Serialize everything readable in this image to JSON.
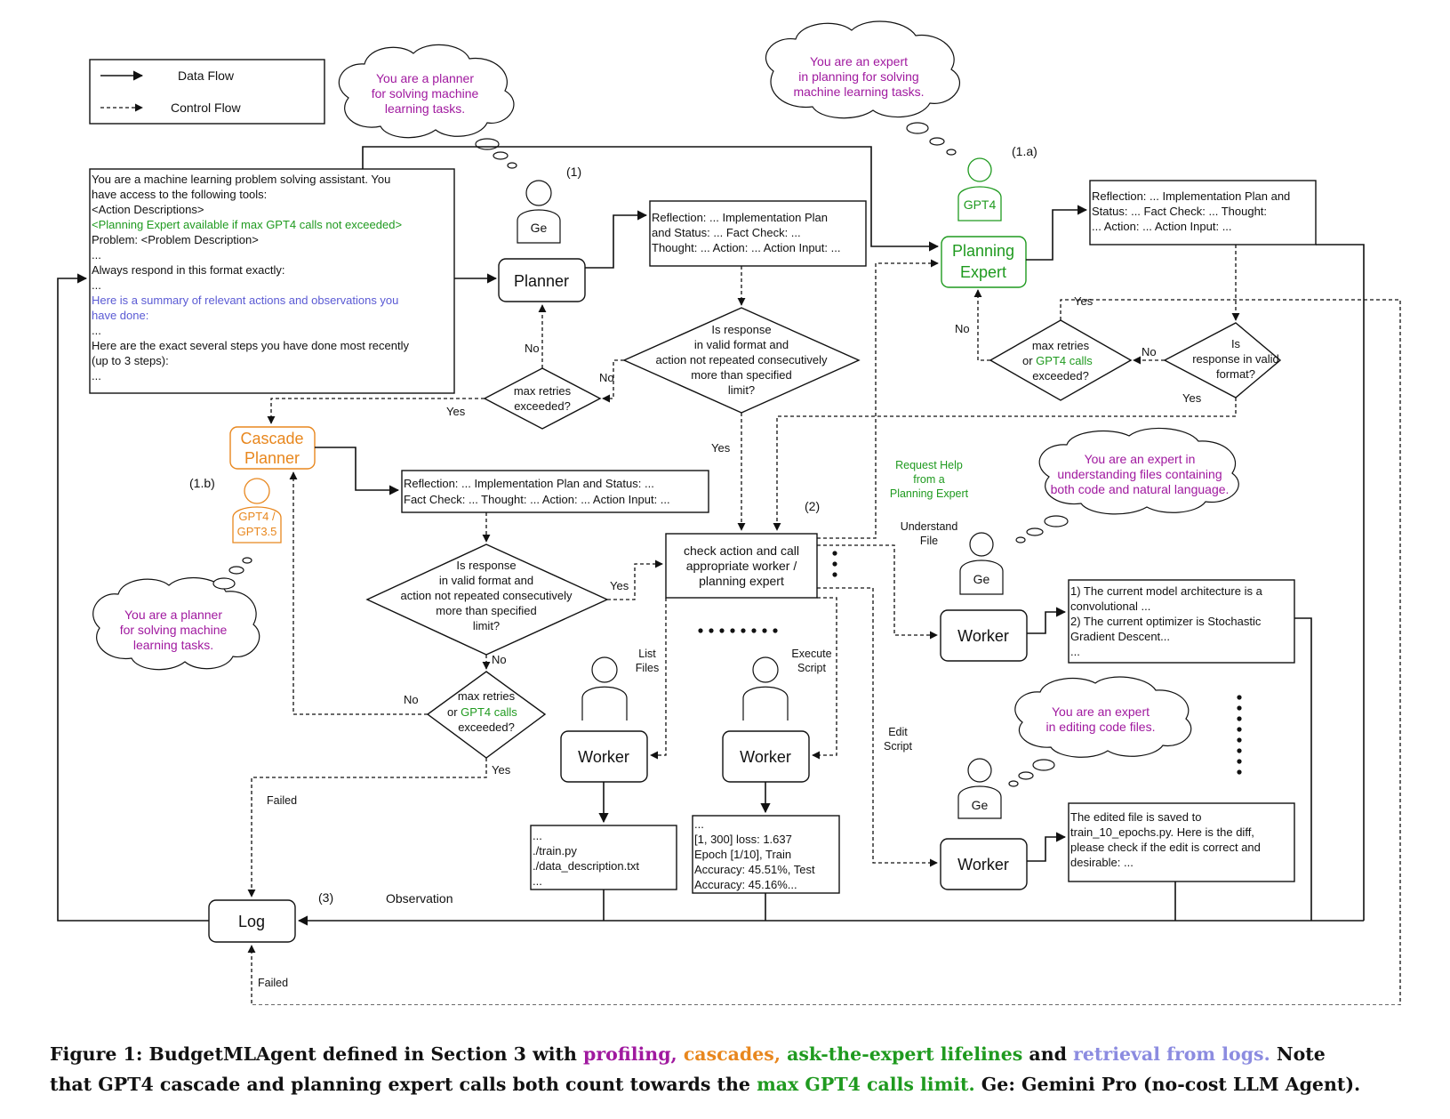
{
  "legend": {
    "data_flow": "Data Flow",
    "control_flow": "Control Flow"
  },
  "clouds": {
    "planner_top": [
      "You are a planner",
      "for solving machine",
      "learning tasks."
    ],
    "expert_top": [
      "You are an expert",
      "in planning for solving",
      "machine learning tasks."
    ],
    "planner_left": [
      "You are a planner",
      "for solving machine",
      "learning tasks."
    ],
    "files": [
      "You are an expert in",
      "understanding files containing",
      "both code and natural language."
    ],
    "edit": [
      "You are an expert",
      "in editing code files."
    ]
  },
  "prompt": [
    "You are a machine learning problem solving assistant. You",
    "have access to the following tools:",
    "<Action Descriptions>",
    "<Planning Expert available if max GPT4 calls not exceeded>",
    "Problem: <Problem Description>",
    "...",
    "Always respond in this format exactly:",
    "...",
    "Here is a summary of relevant actions and observations you",
    "have done:",
    "...",
    "Here are the exact several steps you have done most recently",
    "(up to 3 steps):",
    "..."
  ],
  "agents": {
    "ge": "Ge",
    "gpt4": "GPT4",
    "gpt4_35": [
      "GPT4 /",
      "GPT3.5"
    ]
  },
  "markers": {
    "m1": "(1)",
    "m1a": "(1.a)",
    "m1b": "(1.b)",
    "m2": "(2)",
    "m3": "(3)"
  },
  "nodes": {
    "planner": "Planner",
    "planning_expert": [
      "Planning",
      "Expert"
    ],
    "cascade_planner": [
      "Cascade",
      "Planner"
    ],
    "worker": "Worker",
    "log": "Log",
    "dispatcher": [
      "check action and call",
      "appropriate worker /",
      "planning expert"
    ]
  },
  "responses": {
    "planner": [
      "Reflection: ... Implementation Plan",
      "and Status: ... Fact Check: ...",
      "Thought: ... Action: ... Action Input: ..."
    ],
    "expert": [
      "Reflection: ... Implementation Plan and",
      "Status: ... Fact Check: ... Thought:",
      "... Action: ... Action Input: ..."
    ],
    "cascade": [
      "Reflection: ... Implementation Plan and Status: ...",
      "Fact Check: ...  Thought: ... Action: ... Action Input: ..."
    ]
  },
  "decisions": {
    "valid_repeat": [
      "Is response",
      "in valid format and",
      "action not repeated consecutively",
      "more than specified",
      "limit?"
    ],
    "retries": [
      "max retries",
      "exceeded?"
    ],
    "retries_gpt4": [
      "max retries",
      "or ",
      "GPT4 calls",
      "exceeded?"
    ],
    "valid_format": [
      "Is",
      "response in valid",
      "format?"
    ]
  },
  "edge_labels": {
    "yes": "Yes",
    "no": "No",
    "failed": "Failed",
    "observation": "Observation",
    "request_help": [
      "Request Help",
      "from a",
      "Planning Expert"
    ],
    "understand_file": [
      "Understand",
      "File"
    ],
    "list_files": [
      "List",
      "Files"
    ],
    "execute_script": [
      "Execute",
      "Script"
    ],
    "edit_script": [
      "Edit",
      "Script"
    ]
  },
  "outputs": {
    "understand": [
      "1) The current model architecture is a",
      "convolutional ...",
      "2) The current optimizer is Stochastic",
      "Gradient Descent...",
      "..."
    ],
    "list": [
      "...",
      "./train.py",
      "./data_description.txt",
      "..."
    ],
    "execute": [
      "...",
      "[1,   300] loss: 1.637",
      "Epoch [1/10], Train",
      "Accuracy: 45.51%, Test",
      "Accuracy: 45.16%..."
    ],
    "edit": [
      "The edited file is saved to",
      "train_10_epochs.py. Here is the diff,",
      "please check if the edit is correct and",
      "desirable: ..."
    ]
  },
  "caption": {
    "line1_parts": [
      "Figure 1: BudgetMLAgent defined in Section 3 with ",
      "profiling, ",
      "cascades, ",
      "ask-the-expert lifelines",
      " and ",
      "retrieval from logs.",
      " Note"
    ],
    "line2_parts": [
      "that GPT4 cascade and planning expert calls both count towards the ",
      "max GPT4 calls limit.",
      " Ge: Gemini Pro (no-cost LLM Agent)."
    ]
  },
  "colors": {
    "profiling": "#a0199f",
    "cascade": "#e8871e",
    "expert": "#1f9a1f",
    "retrieval": "#8c8ce0"
  }
}
